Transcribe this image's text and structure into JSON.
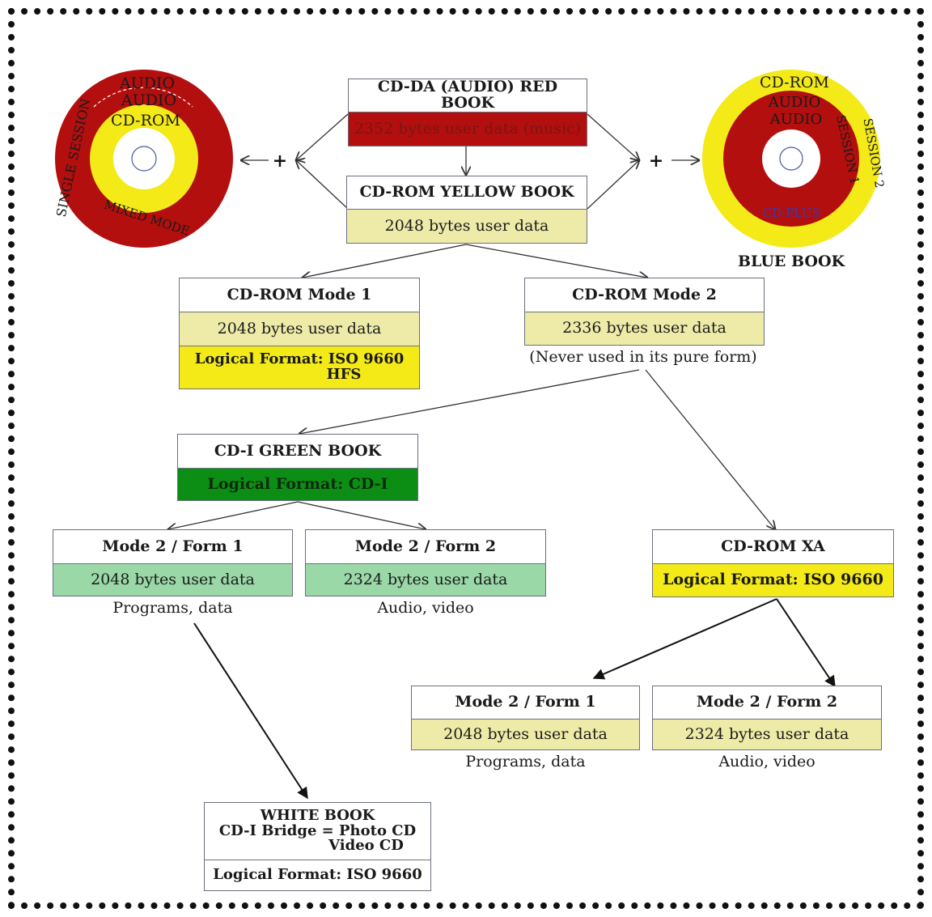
{
  "red_book": {
    "title": "CD-DA (AUDIO) RED BOOK",
    "data": "2352 bytes user data (music)"
  },
  "yellow_book": {
    "title": "CD-ROM YELLOW BOOK",
    "data": "2048 bytes user data"
  },
  "mode1": {
    "title": "CD-ROM Mode 1",
    "data": "2048 bytes user data",
    "format_line1": "Logical Format: ISO 9660",
    "format_line2": "HFS"
  },
  "mode2": {
    "title": "CD-ROM Mode 2",
    "data": "2336 bytes user data",
    "note": "(Never used in its pure form)"
  },
  "green_book": {
    "title": "CD-I GREEN BOOK",
    "format": "Logical Format: CD-I"
  },
  "green_form1": {
    "title": "Mode 2 / Form 1",
    "data": "2048 bytes user data",
    "caption": "Programs, data"
  },
  "green_form2": {
    "title": "Mode 2 / Form 2",
    "data": "2324 bytes user data",
    "caption": "Audio, video"
  },
  "xa": {
    "title": "CD-ROM XA",
    "format": "Logical Format: ISO 9660"
  },
  "xa_form1": {
    "title": "Mode 2 / Form 1",
    "data": "2048 bytes user data",
    "caption": "Programs, data"
  },
  "xa_form2": {
    "title": "Mode 2 / Form 2",
    "data": "2324 bytes user data",
    "caption": "Audio, video"
  },
  "white_book": {
    "title": "WHITE BOOK",
    "line2": "CD-I Bridge = Photo CD",
    "line3": "Video CD",
    "format": "Logical Format: ISO 9660"
  },
  "blue_book_label": "BLUE BOOK",
  "plus_sign": "+",
  "left_disc": {
    "outer_labels": [
      "AUDIO",
      "AUDIO"
    ],
    "inner_label": "CD-ROM",
    "side_label": "SINGLE SESSION",
    "bottom_label": "MIXED MODE"
  },
  "right_disc": {
    "outer_label": "CD-ROM",
    "inner_labels": [
      "AUDIO",
      "AUDIO"
    ],
    "side_label": "SESSION 1",
    "outer_side_label": "SESSION 2",
    "bottom_label": "CD-PLUS"
  },
  "colors": {
    "red": "#b30f0e",
    "yellow": "#f3ea18",
    "pale_yellow": "#eeeba8",
    "green": "#0c8e15",
    "mint": "#9ad8a8"
  }
}
